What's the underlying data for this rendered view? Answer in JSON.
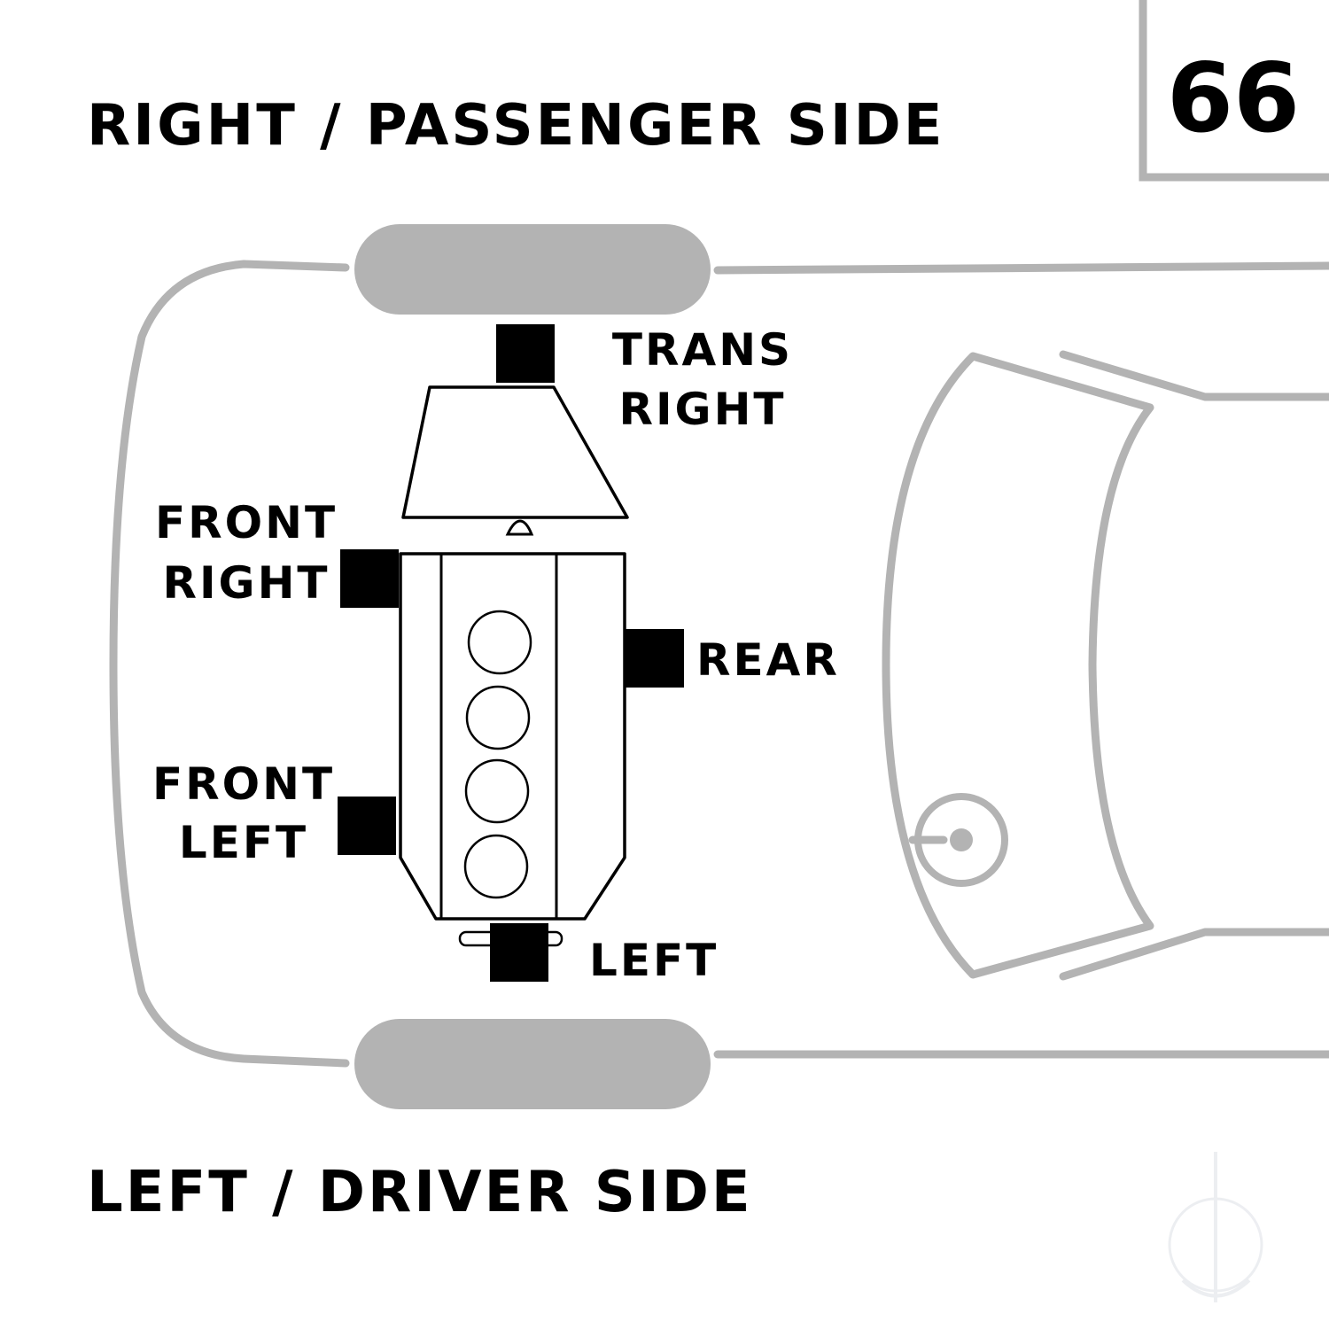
{
  "diagram": {
    "number": "66",
    "top_side_label": "RIGHT / PASSENGER SIDE",
    "bottom_side_label": "LEFT / DRIVER SIDE",
    "mounts": {
      "trans_right": [
        "TRANS",
        "RIGHT"
      ],
      "front_right": [
        "FRONT",
        "RIGHT"
      ],
      "rear": [
        "REAR"
      ],
      "front_left": [
        "FRONT",
        "LEFT"
      ],
      "left": [
        "LEFT"
      ]
    },
    "colors": {
      "mount": "#000000",
      "vehicle_outline": "#b3b3b3",
      "text": "#000000"
    }
  }
}
